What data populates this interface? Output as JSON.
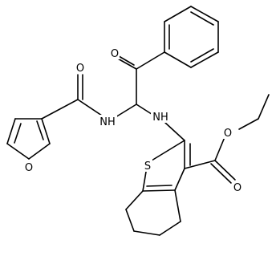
{
  "molecule": {
    "atom_labels": {
      "o_furan": "O",
      "o_amide": "O",
      "n_amide": "NH",
      "o_ketone": "O",
      "n_amine": "NH",
      "s_thiophene": "S",
      "o_ester_carbonyl": "O",
      "o_ester_ether": "O"
    }
  }
}
